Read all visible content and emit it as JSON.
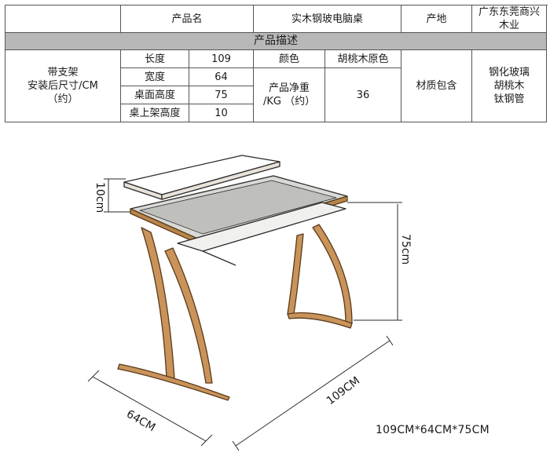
{
  "spec_table": {
    "product_name_label": "产品名",
    "product_name_value": "实木钢玻电脑桌",
    "origin_label": "产地",
    "origin_value": "广东东莞商兴木业",
    "description_header": "产品描述",
    "assembled_size_label": "带支架\n安装后尺寸/CM\n（约）",
    "dimensions": [
      {
        "label": "长度",
        "value": "109"
      },
      {
        "label": "宽度",
        "value": "64"
      },
      {
        "label": "桌面高度",
        "value": "75"
      },
      {
        "label": "桌上架高度",
        "value": "10"
      }
    ],
    "color_label": "颜色",
    "color_value": "胡桃木原色",
    "net_weight_label": "产品净重\n/KG （约）",
    "net_weight_value": "36",
    "material_label": "材质包含",
    "material_value": "钢化玻璃\n胡桃木\n钛钢管"
  },
  "drawing": {
    "shelf_height_label": "10cm",
    "height_label": "75cm",
    "length_label": "109CM",
    "width_label": "64CM",
    "caption": "109CM*64CM*75CM"
  }
}
